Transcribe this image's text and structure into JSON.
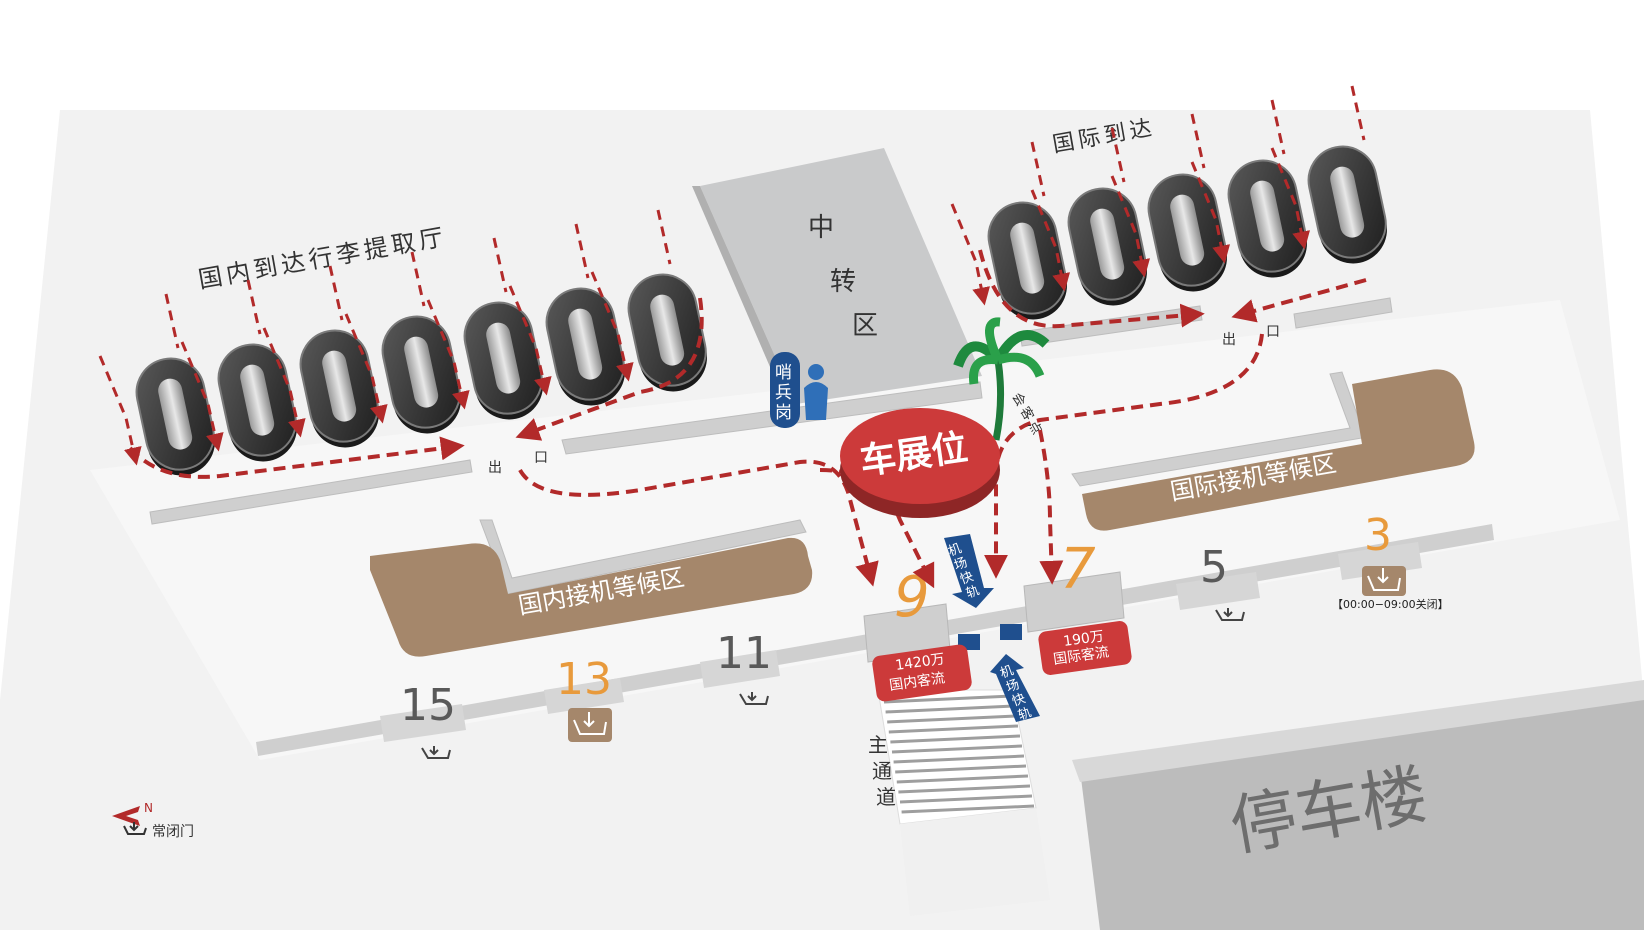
{
  "labels": {
    "domestic_baggage_hall": "国内到达行李提取厅",
    "international_arrival": "国际到达",
    "transfer_zone": [
      "中",
      "转",
      "区"
    ],
    "sentry_post": [
      "哨",
      "兵",
      "岗"
    ],
    "meeting_point": [
      "会",
      "客",
      "点"
    ],
    "car_exhibit": "车展位",
    "domestic_waiting": "国内接机等候区",
    "international_waiting": "国际接机等候区",
    "exit_left": [
      "出",
      "口"
    ],
    "exit_right": [
      "出",
      "口"
    ],
    "airport_express_top": [
      "机",
      "场",
      "快",
      "轨"
    ],
    "airport_express_bottom": [
      "机",
      "场",
      "快",
      "轨"
    ],
    "main_passage": [
      "主",
      "通",
      "道"
    ],
    "parking_building": "停车楼",
    "legend_north": "N",
    "legend_closed_door": "常闭门",
    "gate3_hours": "【00:00−09:00关闭】"
  },
  "gates": [
    {
      "number": "15"
    },
    {
      "number": "13"
    },
    {
      "number": "11"
    },
    {
      "number": "9"
    },
    {
      "number": "7"
    },
    {
      "number": "5"
    },
    {
      "number": "3"
    }
  ],
  "flows": {
    "domestic": {
      "count": "1420万",
      "label": "国内客流"
    },
    "international": {
      "count": "190万",
      "label": "国际客流"
    }
  },
  "carousels": {
    "domestic_count": 7,
    "international_count": 5
  },
  "colors": {
    "background": "#f4f4f4",
    "floor": "#ececec",
    "carousel": "#3a3a3a",
    "dashed_route": "#b22a2a",
    "waiting_zone": "#a5876b",
    "transfer_block": "#c9cacb",
    "exhibit_red": "#cc3a3a",
    "sign_blue": "#1f4f8e",
    "gate_orange": "#e89a3c",
    "gate_gray": "#595959",
    "parking": "#b7b7b7"
  }
}
